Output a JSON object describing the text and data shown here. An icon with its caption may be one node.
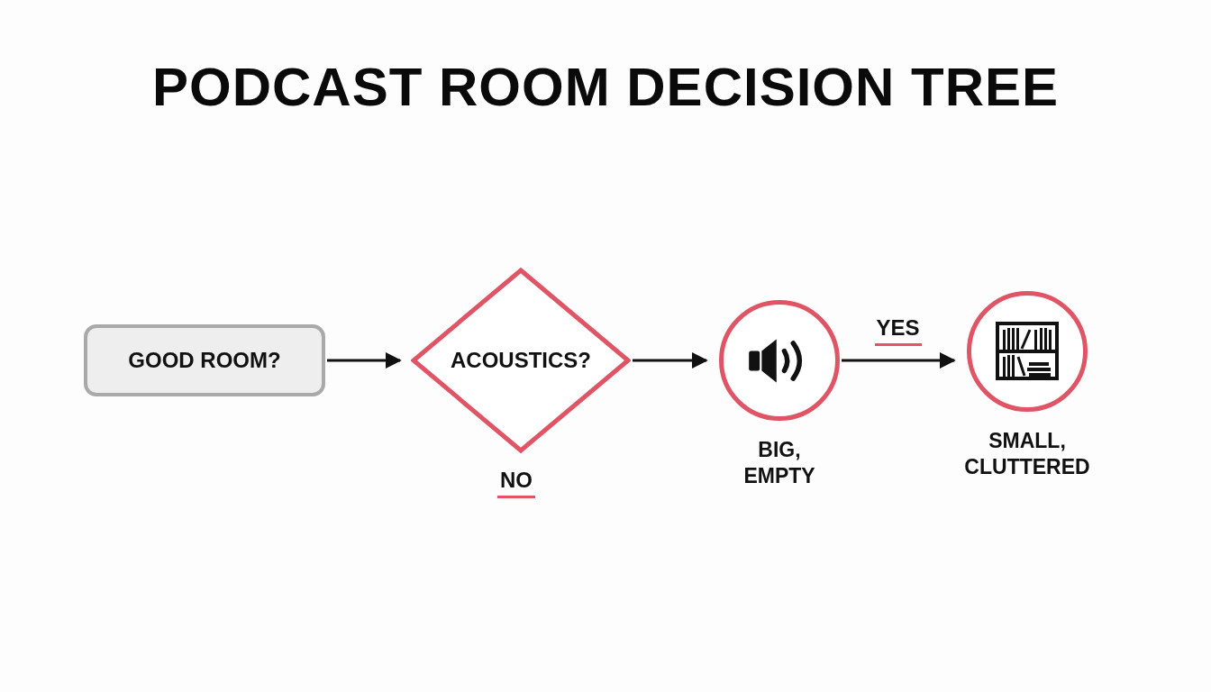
{
  "diagram": {
    "title": "PODCAST ROOM DECISION TREE",
    "nodes": [
      {
        "text": [
          "GOOD ROOM?"
        ]
      },
      {
        "text": [
          "ACOUSTICS?"
        ]
      },
      {
        "text": [],
        "shape": "circle",
        "beside": [
          "BIG, EMPTY"
        ]
      },
      {
        "text": [],
        "shape": "circle",
        "beside": [
          "SMALL, CLUTTERED"
        ]
      }
    ],
    "edges": [
      {
        "from": 0,
        "to": 1,
        "arrow": "to"
      },
      {
        "from": 1,
        "to": 2,
        "arrow": "to"
      },
      {
        "from": 2,
        "to": 3,
        "arrow": "to",
        "label": "YES"
      }
    ],
    "labels": [
      "NO"
    ]
  }
}
